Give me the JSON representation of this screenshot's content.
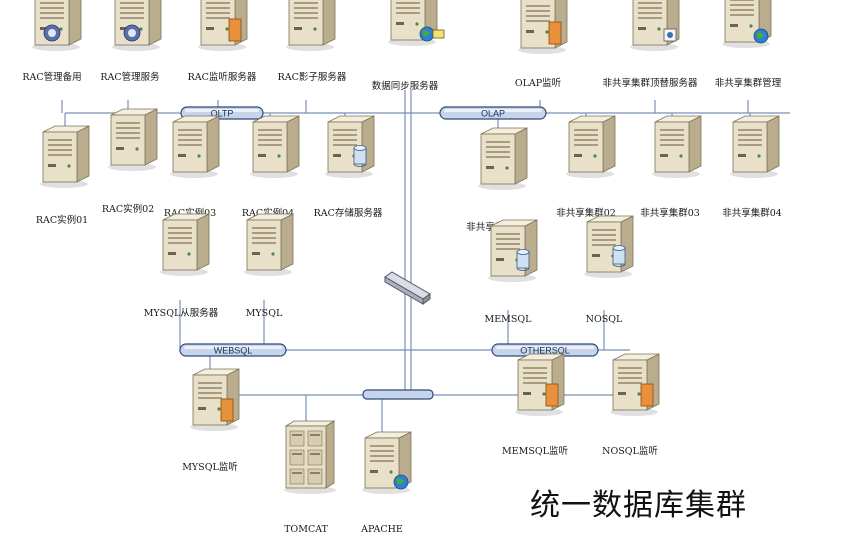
{
  "title": "统一数据库集群",
  "buses": {
    "oltp": "OLTP",
    "olap": "OLAP",
    "websql": "WEBSQL",
    "othersql": "OTHERSQL"
  },
  "servers": [
    {
      "id": "rac-mgmt-backup",
      "label": "RAC管理备用",
      "badge": "globe-dark"
    },
    {
      "id": "rac-mgmt-service",
      "label": "RAC管理服务",
      "badge": "globe-dark"
    },
    {
      "id": "rac-listener",
      "label": "RAC监听服务器",
      "badge": "orange"
    },
    {
      "id": "rac-shadow",
      "label": "RAC影子服务器",
      "badge": "none"
    },
    {
      "id": "data-sync",
      "label": "数据同步服务器",
      "badge": "globe-folder"
    },
    {
      "id": "olap-listener",
      "label": "OLAP监听",
      "badge": "orange"
    },
    {
      "id": "nonshared-standby",
      "label": "非共享集群顶替服务器",
      "badge": "gear"
    },
    {
      "id": "nonshared-mgmt",
      "label": "非共享集群管理",
      "badge": "globe"
    },
    {
      "id": "rac-inst-01",
      "label": "RAC实例01",
      "badge": "none"
    },
    {
      "id": "rac-inst-02",
      "label": "RAC实例02",
      "badge": "none"
    },
    {
      "id": "rac-inst-03",
      "label": "RAC实例03",
      "badge": "none"
    },
    {
      "id": "rac-inst-04",
      "label": "RAC实例04",
      "badge": "none"
    },
    {
      "id": "rac-storage",
      "label": "RAC存储服务器",
      "badge": "db"
    },
    {
      "id": "nonshared-01",
      "label": "非共享集群01",
      "badge": "none"
    },
    {
      "id": "nonshared-02",
      "label": "非共享集群02",
      "badge": "none"
    },
    {
      "id": "nonshared-03",
      "label": "非共享集群03",
      "badge": "none"
    },
    {
      "id": "nonshared-04",
      "label": "非共享集群04",
      "badge": "none"
    },
    {
      "id": "mysql-slave",
      "label": "MYSQL从服务器",
      "badge": "none"
    },
    {
      "id": "mysql",
      "label": "MYSQL",
      "badge": "none"
    },
    {
      "id": "memsql",
      "label": "MEMSQL",
      "badge": "db"
    },
    {
      "id": "nosql",
      "label": "NOSQL",
      "badge": "db"
    },
    {
      "id": "mysql-listener",
      "label": "MYSQL监听",
      "badge": "orange"
    },
    {
      "id": "tomcat",
      "label": "TOMCAT",
      "badge": "rack"
    },
    {
      "id": "apache",
      "label": "APACHE",
      "badge": "globe"
    },
    {
      "id": "memsql-listener",
      "label": "MEMSQL监听",
      "badge": "orange"
    },
    {
      "id": "nosql-listener",
      "label": "NOSQL监听",
      "badge": "orange"
    }
  ],
  "colors": {
    "bus_fill": "#c7d4ea",
    "bus_stroke": "#2c4a7a",
    "line": "#7a8fb8",
    "server_body": "#e8e0c8",
    "server_side": "#b9ad8e",
    "badge_orange": "#e8913a",
    "badge_globe": "#2d7fd0"
  }
}
